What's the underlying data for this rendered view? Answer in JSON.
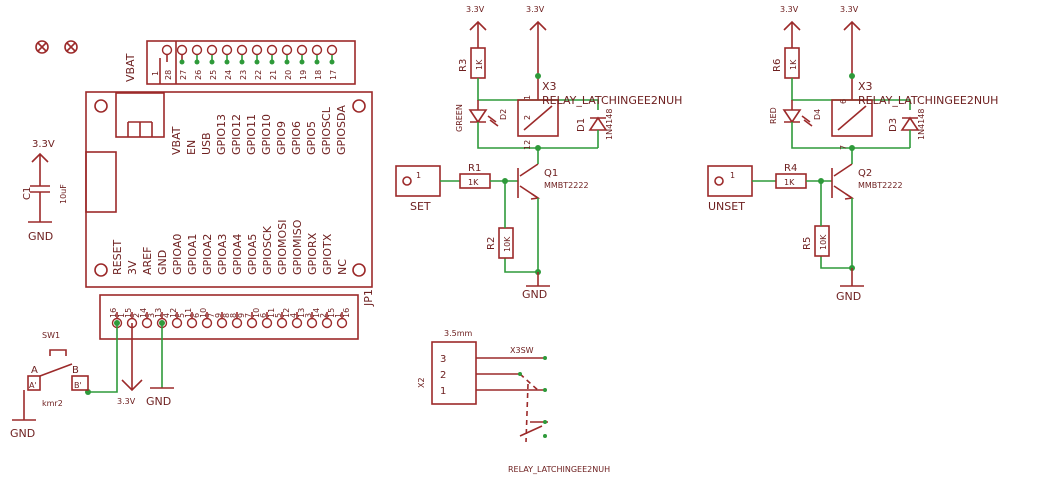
{
  "header_pins": [
    "28",
    "27",
    "26",
    "25",
    "24",
    "23",
    "22",
    "21",
    "20",
    "19",
    "18",
    "17"
  ],
  "vbat_pin": "1",
  "top_labels": [
    "VBAT",
    "EN",
    "USB",
    "GPIO13",
    "GPIO12",
    "GPIO11",
    "GPIO10",
    "GPIO9",
    "GPIO6",
    "GPIO5",
    "GPIOSCL",
    "GPIOSDA"
  ],
  "bottom_labels": [
    "RESET",
    "3V",
    "AREF",
    "GND",
    "GPIOA0",
    "GPIOA1",
    "GPIOA2",
    "GPIOA3",
    "GPIOA4",
    "GPIOA5",
    "GPIOSCK",
    "GPIOMOSI",
    "GPIOMISO",
    "GPIORX",
    "GPIOTX",
    "NC"
  ],
  "bottom_pins_a": [
    "16",
    "15",
    "14",
    "13",
    "12",
    "11",
    "10",
    "9",
    "8",
    "7",
    "6",
    "5",
    "4",
    "3",
    "2",
    "1"
  ],
  "bottom_pins_b": [
    "1",
    "2",
    "3",
    "4",
    "5",
    "6",
    "7",
    "8",
    "9",
    "10",
    "11",
    "12",
    "13",
    "14",
    "15",
    "16"
  ],
  "labels": {
    "vbat": "VBAT",
    "jp1": "JP1",
    "sw1": "SW1",
    "sw_a": "A",
    "sw_a2": "A'",
    "sw_b": "B",
    "sw_b2": "B'",
    "kmr2": "kmr2",
    "gnd": "GND",
    "v33": "3.3V",
    "c1": "C1",
    "c1_val": "10uF",
    "set": "SET",
    "unset": "UNSET",
    "pin1": "1",
    "r1": "R1",
    "r1_val": "1K",
    "r2": "R2",
    "r2_val": "10K",
    "r3": "R3",
    "r3_val": "1K",
    "r4": "R4",
    "r4_val": "1K",
    "r5": "R5",
    "r5_val": "10K",
    "r6": "R6",
    "r6_val": "1K",
    "q1": "Q1",
    "q2": "Q2",
    "mmbt": "MMBT2222",
    "x3": "X3",
    "relay": "RELAY_LATCHINGEE2NUH",
    "d1": "D1",
    "d2": "D2",
    "d3": "D3",
    "d4": "D4",
    "diode": "1N4148",
    "green": "GREEN",
    "red": "RED",
    "coil1": "1",
    "coil2": "2",
    "coil12": "12",
    "coil6": "6",
    "coil7": "7",
    "x2": "X2",
    "pitch": "3.5mm",
    "x3sw": "X3SW",
    "p3": "3",
    "p2": "2",
    "p1": "1"
  },
  "colors": {
    "wire": "#9c2a2a",
    "net": "#2e9a3a",
    "text": "#6e2020"
  }
}
